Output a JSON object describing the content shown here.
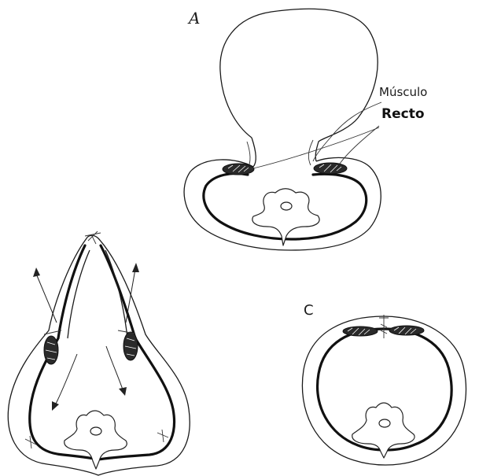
{
  "figure": {
    "panel_a": {
      "letter": "A",
      "annotation_line1": "Músculo",
      "annotation_line2": "Recto"
    },
    "panel_b": {
      "letter": ""
    },
    "panel_c": {
      "letter": "C"
    }
  },
  "colors": {
    "ink": "#1a1a1a",
    "paper": "#ffffff",
    "muscle_fill": "#2a2a2a"
  }
}
